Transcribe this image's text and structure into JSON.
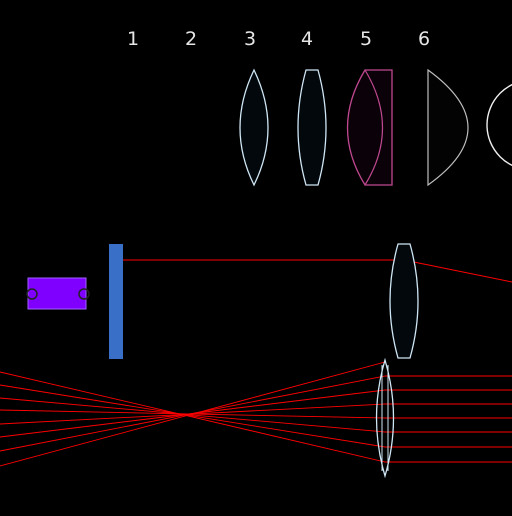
{
  "palette": {
    "items": [
      {
        "label": "1",
        "icon": "empty-slot"
      },
      {
        "label": "2",
        "icon": "empty-slot"
      },
      {
        "label": "3",
        "icon": "biconvex-lens-icon"
      },
      {
        "label": "4",
        "icon": "thin-biconvex-lens-icon"
      },
      {
        "label": "5",
        "icon": "plano-convex-lens-icon"
      },
      {
        "label": "6",
        "icon": "half-lens-icon"
      }
    ]
  },
  "scene": {
    "laser_source": {
      "icon": "laser-source",
      "color": "#7f00ff"
    },
    "screen": {
      "icon": "blue-screen",
      "color": "#3060c0"
    },
    "upper_lens": {
      "icon": "biconvex-lens-icon"
    },
    "lower_lens": {
      "icon": "double-lens-icon"
    },
    "beam_color": "#ff0000"
  }
}
